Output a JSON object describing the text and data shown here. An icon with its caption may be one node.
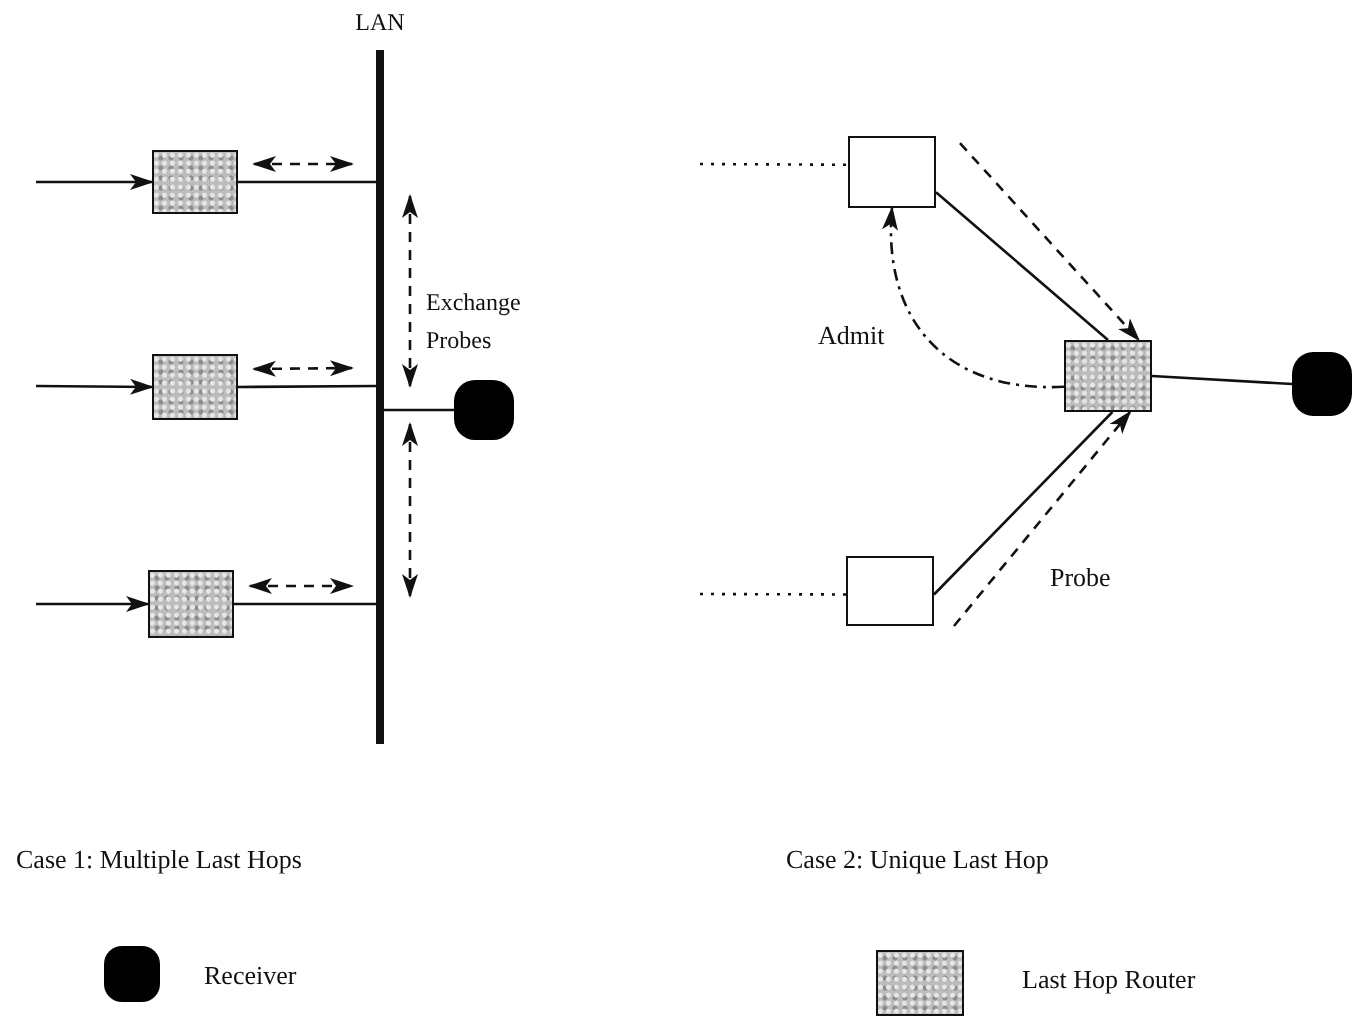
{
  "diagram": {
    "nodes": [
      {
        "text": [
          "LAN"
        ]
      },
      {
        "text": [],
        "shape": "box"
      },
      {
        "text": [],
        "shape": "box"
      },
      {
        "text": [],
        "shape": "box"
      },
      {
        "text": [],
        "shape": "circle"
      },
      {
        "text": [],
        "shape": "box"
      },
      {
        "text": [],
        "shape": "box"
      },
      {
        "text": [],
        "shape": "box"
      },
      {
        "text": [],
        "shape": "circle"
      }
    ],
    "edges": [
      {
        "from": null,
        "to": 1,
        "arrow": "to"
      },
      {
        "from": null,
        "to": 2,
        "arrow": "to"
      },
      {
        "from": null,
        "to": 3,
        "arrow": "to"
      },
      {
        "from": 1,
        "to": 0,
        "arrow": "none"
      },
      {
        "from": 1,
        "to": 0,
        "arrow": "both",
        "style": "dashed"
      },
      {
        "from": 2,
        "to": 0,
        "arrow": "none"
      },
      {
        "from": 2,
        "to": 0,
        "arrow": "both",
        "style": "dashed"
      },
      {
        "from": 3,
        "to": 0,
        "arrow": "none"
      },
      {
        "from": 3,
        "to": 0,
        "arrow": "both",
        "style": "dashed"
      },
      {
        "from": 4,
        "to": 0,
        "arrow": "none"
      },
      {
        "from": null,
        "to": 5,
        "arrow": "none",
        "style": "dashed"
      },
      {
        "from": null,
        "to": 7,
        "arrow": "none",
        "style": "dashed"
      },
      {
        "from": 5,
        "to": 6,
        "arrow": "none"
      },
      {
        "from": 5,
        "to": 6,
        "arrow": "to",
        "style": "dashed"
      },
      {
        "from": 6,
        "to": 5,
        "arrow": "to",
        "style": "dashed",
        "label": "Admit"
      },
      {
        "from": 7,
        "to": 6,
        "arrow": "none"
      },
      {
        "from": 7,
        "to": 6,
        "arrow": "to",
        "style": "dashed",
        "label": "Probe"
      },
      {
        "from": 6,
        "to": 8,
        "arrow": "none"
      }
    ],
    "labels": [
      "Exchange Probes",
      "Case 1: Multiple Last Hops",
      "Case 2: Unique Last Hop"
    ],
    "legend": [
      {
        "text": "Receiver"
      },
      {
        "text": "Last Hop Router"
      }
    ]
  }
}
